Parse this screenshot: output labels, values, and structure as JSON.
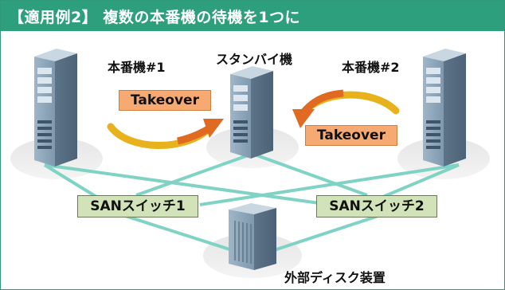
{
  "header": {
    "title": "【適用例2】 複数の本番機の待機を1つに"
  },
  "servers": {
    "prod1_label": "本番機#1",
    "standby_label": "スタンバイ機",
    "prod2_label": "本番機#2"
  },
  "takeover": {
    "left_label": "Takeover",
    "right_label": "Takeover"
  },
  "switches": {
    "left_label": "SANスイッチ1",
    "right_label": "SANスイッチ2"
  },
  "storage": {
    "label": "外部ディスク装置"
  },
  "colors": {
    "header": "#2d9f7d",
    "takeover_fill": "#f6aa72",
    "switch_fill": "#d3e3b9",
    "link_line": "#7fd3c4",
    "arrow_orange": "#e06a22",
    "arrow_yellow": "#e8b21c"
  }
}
